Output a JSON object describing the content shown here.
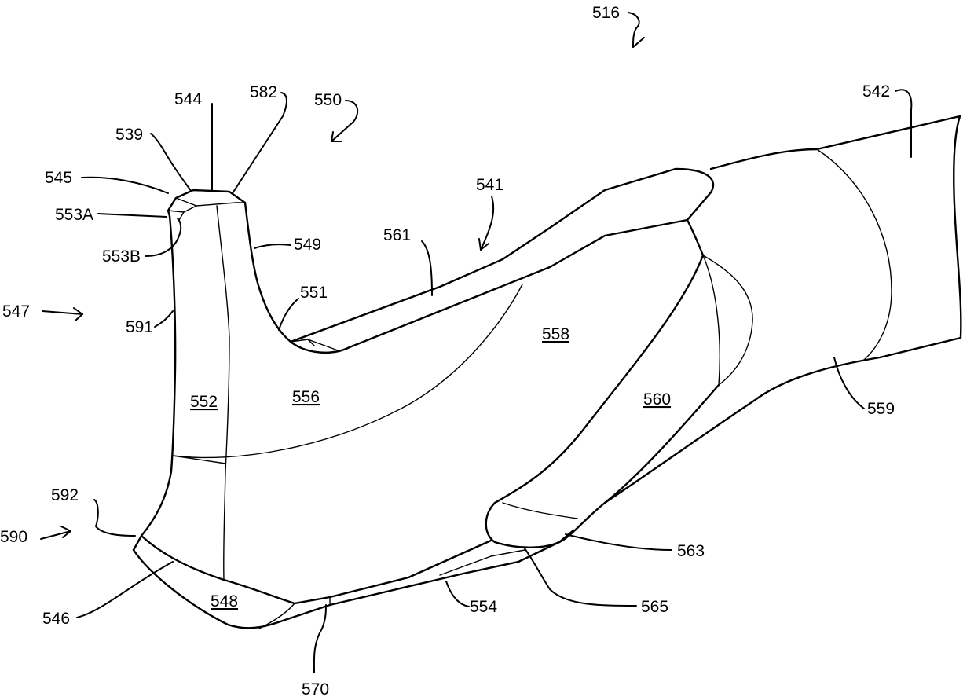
{
  "figure": {
    "reference_labels": {
      "r516": "516",
      "r542": "542",
      "r544": "544",
      "r582": "582",
      "r550": "550",
      "r539": "539",
      "r545": "545",
      "r553a": "553A",
      "r553b": "553B",
      "r541": "541",
      "r561": "561",
      "r549": "549",
      "r551": "551",
      "r547": "547",
      "r591": "591",
      "r558": "558",
      "r552": "552",
      "r556": "556",
      "r560": "560",
      "r559": "559",
      "r592": "592",
      "r590": "590",
      "r563": "563",
      "r546": "546",
      "r548": "548",
      "r554": "554",
      "r565": "565",
      "r570": "570"
    }
  }
}
